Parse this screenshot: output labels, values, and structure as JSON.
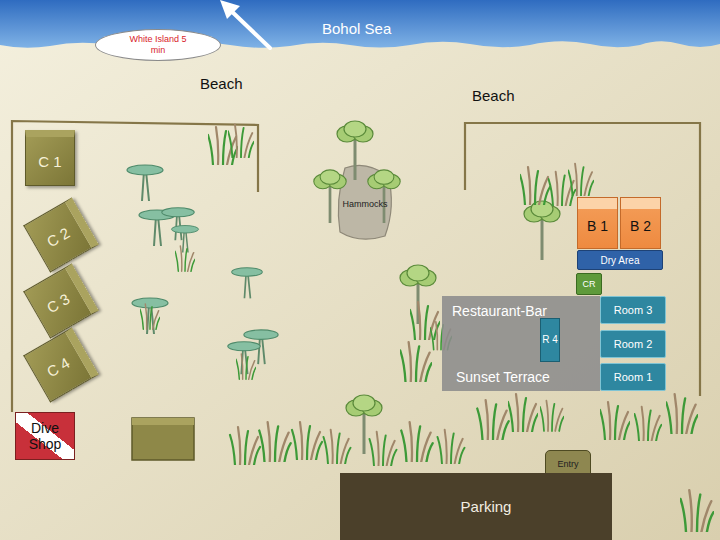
{
  "diagram": {
    "nodes": [
      {
        "text": [
          "White Island 5 min"
        ]
      },
      {
        "text": [
          "C 1"
        ]
      },
      {
        "text": [
          "Hammocks"
        ]
      },
      {
        "text": [
          "B 1"
        ]
      },
      {
        "text": [
          "B 2"
        ]
      },
      {
        "text": [
          "C 2"
        ]
      },
      {
        "text": [
          "Dry Area"
        ]
      },
      {
        "text": [
          "CR"
        ]
      },
      {
        "text": [
          "C 3"
        ]
      },
      {
        "text": [
          "Restaurant-Bar",
          "Sunset Terrace"
        ]
      },
      {
        "text": [
          "R 4"
        ],
        "in": 9
      },
      {
        "text": [
          "Room 3"
        ]
      },
      {
        "text": [
          "Room 2"
        ]
      },
      {
        "text": [
          "C 4"
        ]
      },
      {
        "text": [
          "Room 1"
        ]
      },
      {
        "text": [
          "Dive Shop"
        ]
      },
      {
        "text": [
          "Entry"
        ]
      },
      {
        "text": [
          "Parking"
        ]
      }
    ],
    "labels": [
      "Bohol Sea",
      "Beach",
      "Beach"
    ]
  }
}
